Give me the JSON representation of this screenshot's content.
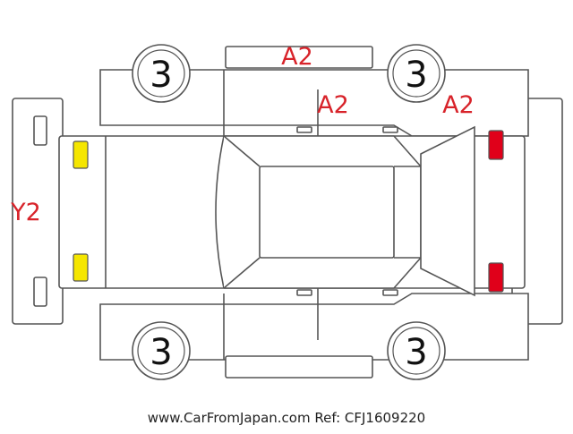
{
  "diagram": {
    "damage_codes": {
      "roof": "A2",
      "right_side_panel": "A2",
      "rear_quarter": "A2",
      "front_bumper": "Y2"
    },
    "wheels": {
      "front_left": "3",
      "rear_left": "3",
      "front_right": "3",
      "rear_right": "3"
    },
    "lamps": {
      "front_color": "#f5e600",
      "rear_color": "#e0001a"
    },
    "colors": {
      "damage_code": "#d8232a",
      "outline": "#555555"
    }
  },
  "footer": {
    "text": "www.CarFromJapan.com Ref: CFJ1609220"
  }
}
